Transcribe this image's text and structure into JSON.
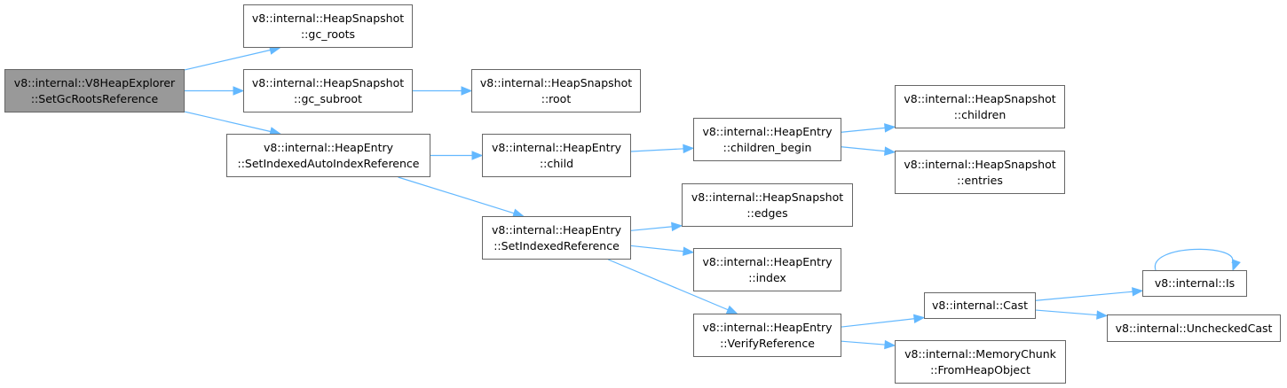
{
  "graph": {
    "edge_color": "#63b8ff",
    "root_fill": "#999999",
    "node_fill": "#ffffff",
    "node_border": "#666666",
    "nodes": {
      "n0": {
        "line1": "v8::internal::V8HeapExplorer",
        "line2": "::SetGcRootsReference"
      },
      "n1": {
        "line1": "v8::internal::HeapSnapshot",
        "line2": "::gc_roots"
      },
      "n2": {
        "line1": "v8::internal::HeapSnapshot",
        "line2": "::gc_subroot"
      },
      "n3": {
        "line1": "v8::internal::HeapEntry",
        "line2": "::SetIndexedAutoIndexReference"
      },
      "n4": {
        "line1": "v8::internal::HeapSnapshot",
        "line2": "::root"
      },
      "n5": {
        "line1": "v8::internal::HeapEntry",
        "line2": "::child"
      },
      "n6": {
        "line1": "v8::internal::HeapEntry",
        "line2": "::SetIndexedReference"
      },
      "n7": {
        "line1": "v8::internal::HeapEntry",
        "line2": "::children_begin"
      },
      "n8": {
        "line1": "v8::internal::HeapSnapshot",
        "line2": "::children"
      },
      "n9": {
        "line1": "v8::internal::HeapSnapshot",
        "line2": "::entries"
      },
      "n10": {
        "line1": "v8::internal::HeapSnapshot",
        "line2": "::edges"
      },
      "n11": {
        "line1": "v8::internal::HeapEntry",
        "line2": "::index"
      },
      "n12": {
        "line1": "v8::internal::HeapEntry",
        "line2": "::VerifyReference"
      },
      "n13": {
        "line1": "v8::internal::Cast"
      },
      "n14": {
        "line1": "v8::internal::MemoryChunk",
        "line2": "::FromHeapObject"
      },
      "n15": {
        "line1": "v8::internal::Is"
      },
      "n16": {
        "line1": "v8::internal::UncheckedCast"
      }
    },
    "edges": [
      [
        "n0",
        "n1"
      ],
      [
        "n0",
        "n2"
      ],
      [
        "n0",
        "n3"
      ],
      [
        "n2",
        "n4"
      ],
      [
        "n3",
        "n5"
      ],
      [
        "n3",
        "n6"
      ],
      [
        "n5",
        "n7"
      ],
      [
        "n7",
        "n8"
      ],
      [
        "n7",
        "n9"
      ],
      [
        "n6",
        "n10"
      ],
      [
        "n6",
        "n11"
      ],
      [
        "n6",
        "n12"
      ],
      [
        "n12",
        "n13"
      ],
      [
        "n12",
        "n14"
      ],
      [
        "n13",
        "n15"
      ],
      [
        "n13",
        "n16"
      ],
      [
        "n15",
        "n15"
      ]
    ]
  }
}
